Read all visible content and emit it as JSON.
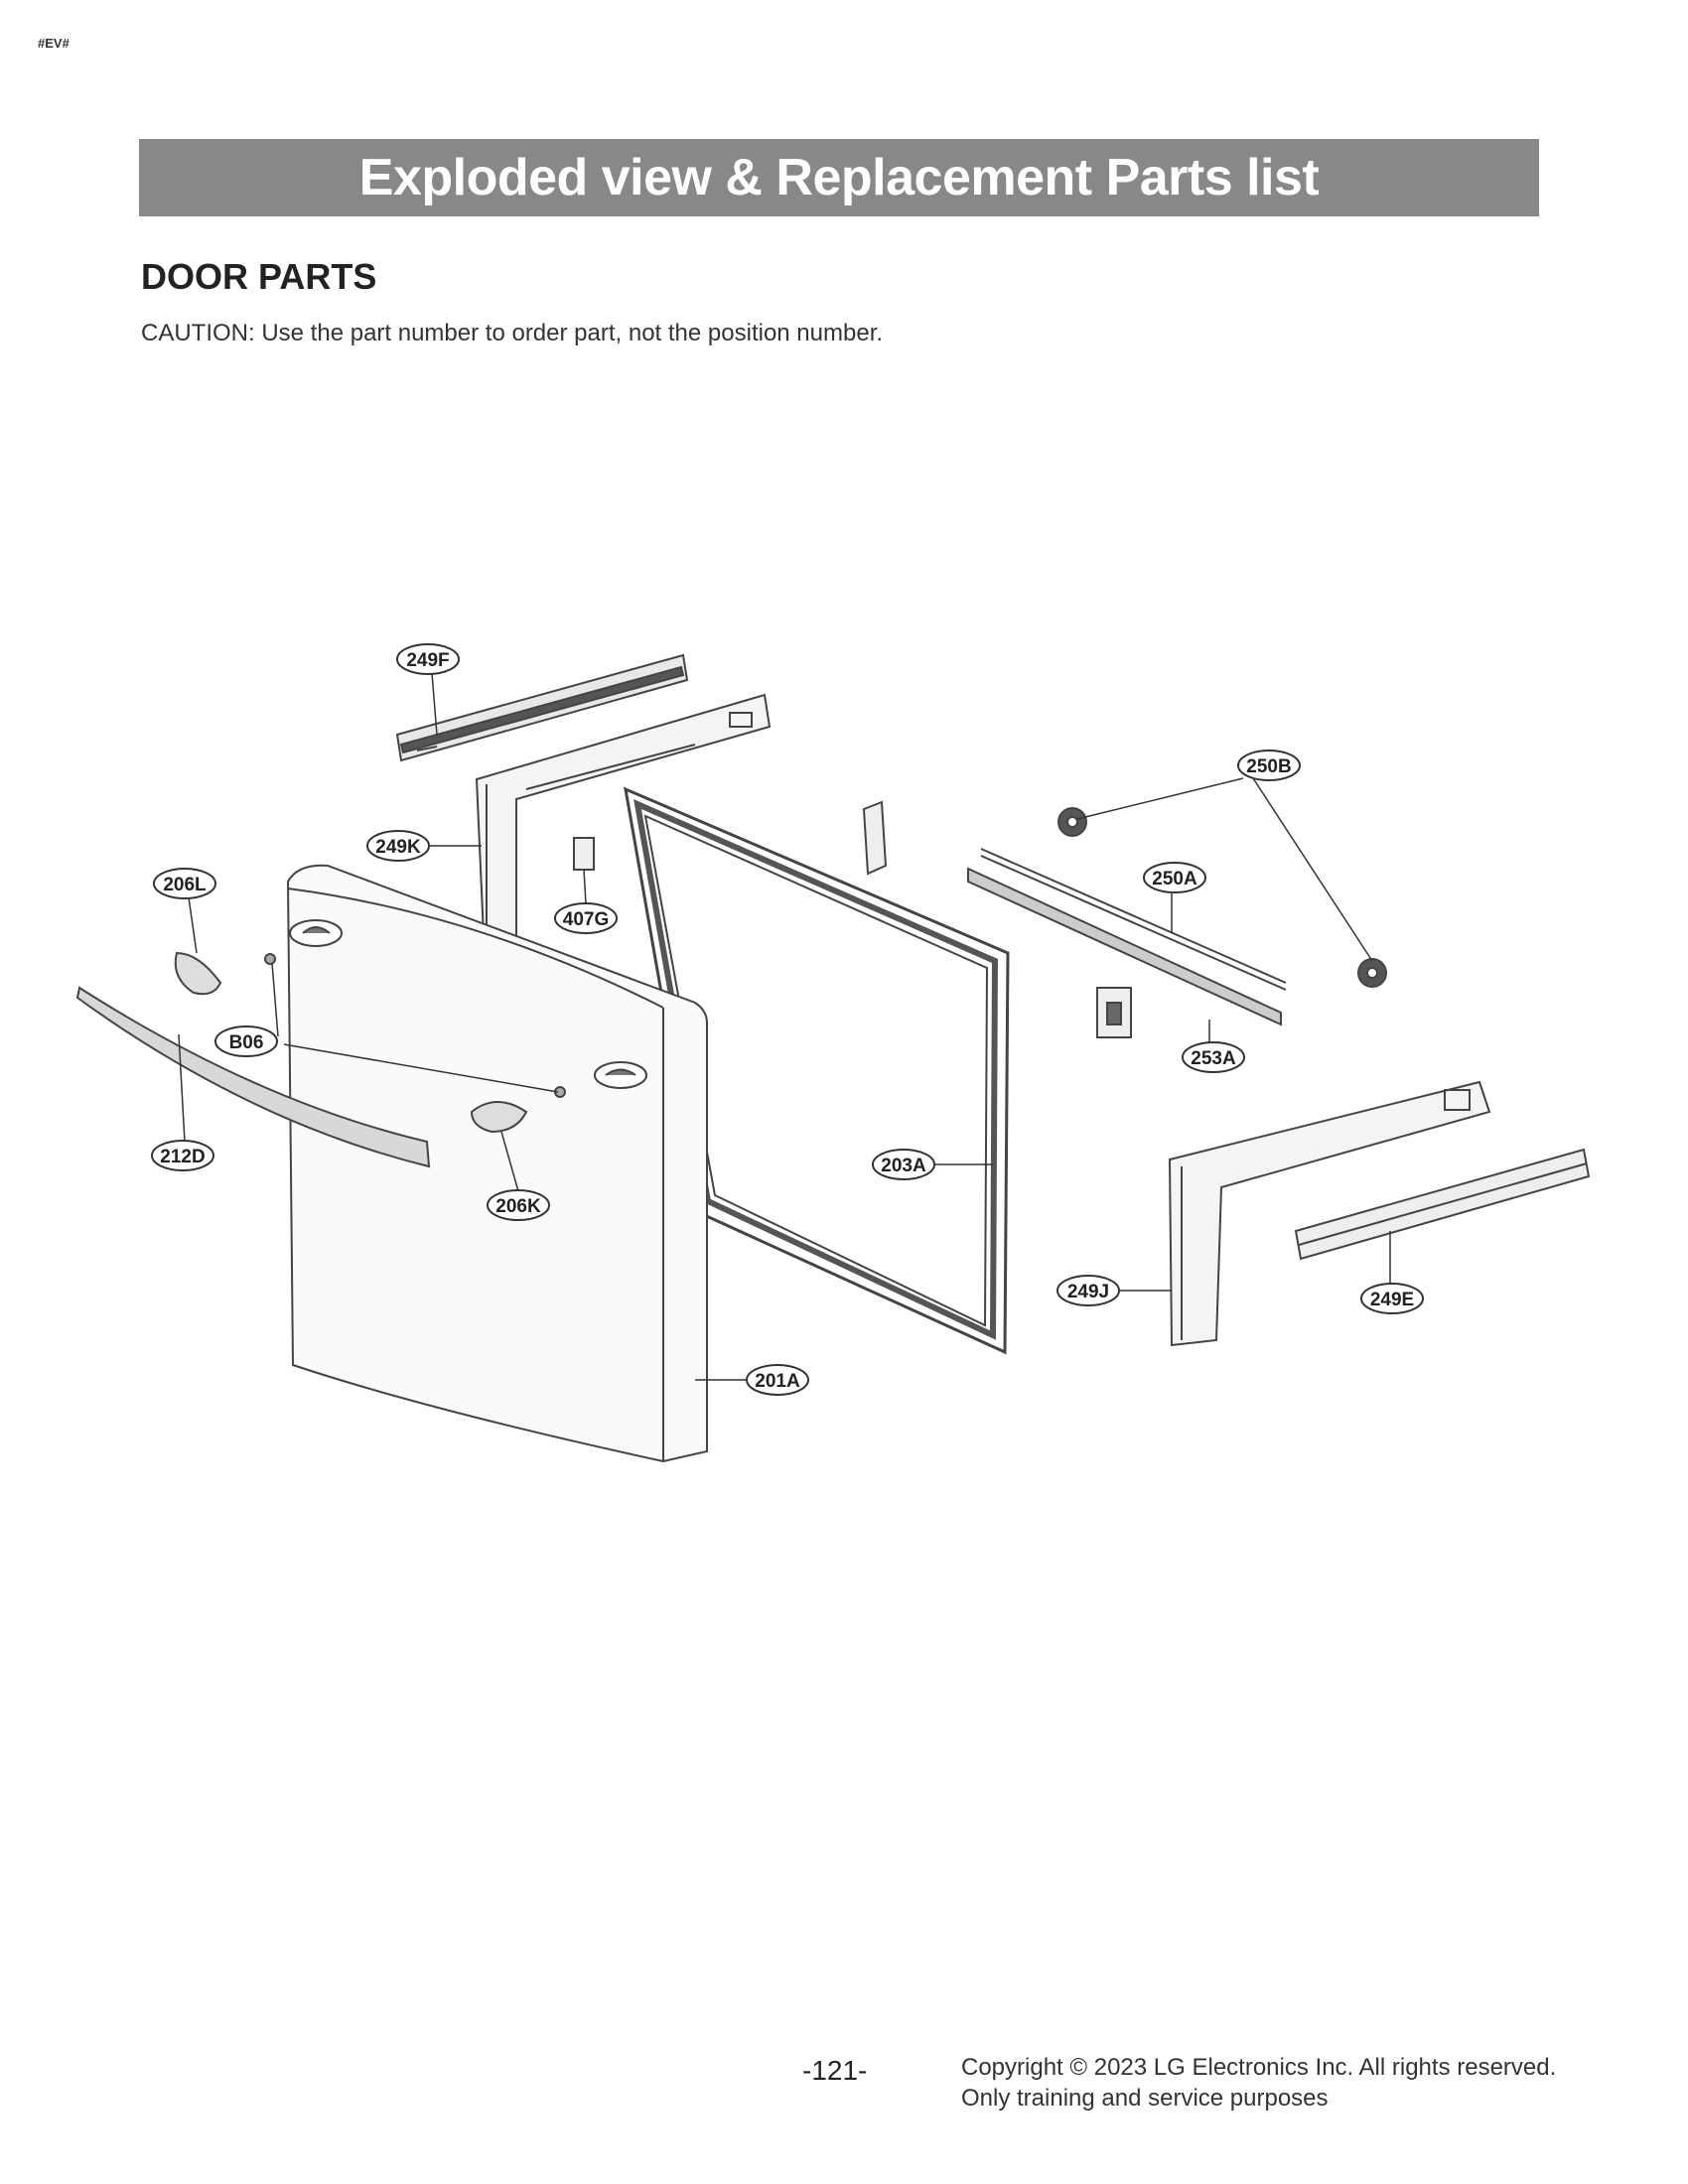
{
  "header": {
    "tag": "#EV#",
    "banner_title": "Exploded view & Replacement Parts list",
    "section_title": "DOOR PARTS",
    "caution": "CAUTION: Use the part number to order part, not the position number."
  },
  "callouts": {
    "c249F": "249F",
    "c249K": "249K",
    "c206L": "206L",
    "c407G": "407G",
    "cB06": "B06",
    "c212D": "212D",
    "c206K": "206K",
    "c203A": "203A",
    "c201A": "201A",
    "c250B": "250B",
    "c250A": "250A",
    "c253A": "253A",
    "c249J": "249J",
    "c249E": "249E"
  },
  "footer": {
    "page_number": "-121-",
    "copyright_line1": "Copyright © 2023 LG Electronics Inc. All rights reserved.",
    "copyright_line2": "Only training and service purposes"
  }
}
